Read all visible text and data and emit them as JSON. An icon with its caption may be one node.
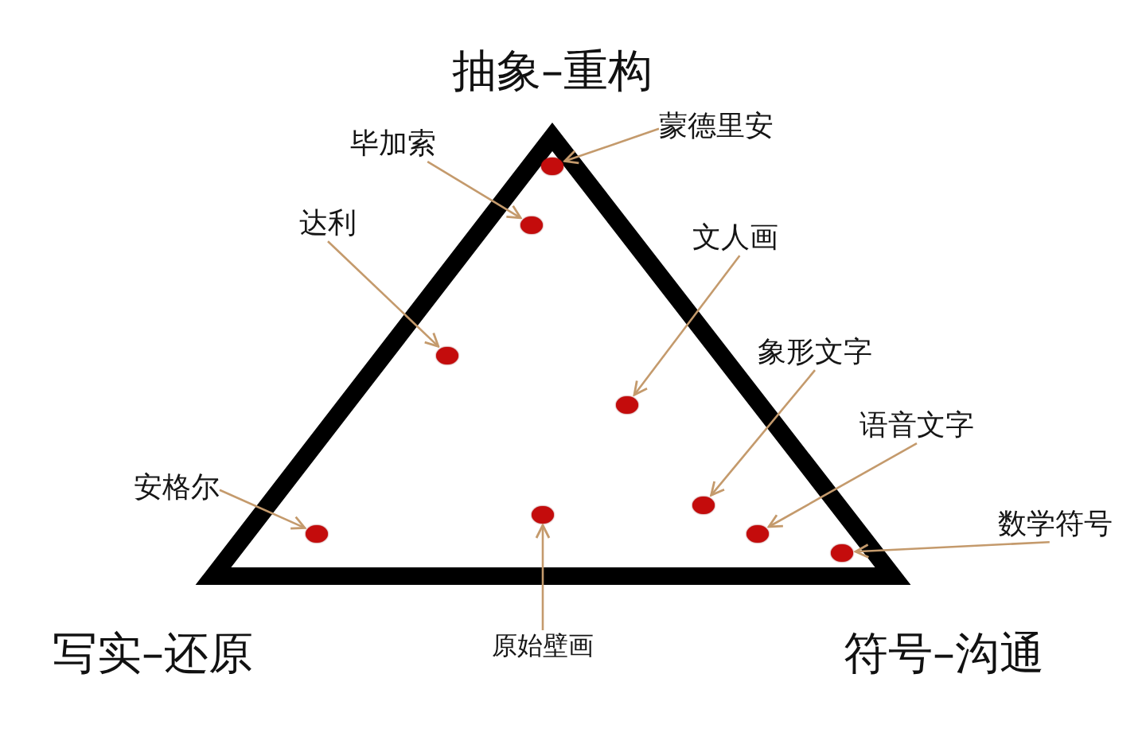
{
  "diagram": {
    "nodes": [
      {
        "text": [],
        "shape": "triangle"
      },
      {
        "text": [],
        "shape": "circle",
        "in": 0
      },
      {
        "text": [],
        "shape": "circle",
        "in": 0
      },
      {
        "text": [],
        "shape": "circle",
        "in": 0
      },
      {
        "text": [],
        "shape": "circle",
        "in": 0
      },
      {
        "text": [],
        "shape": "circle",
        "in": 0
      },
      {
        "text": [],
        "shape": "circle",
        "in": 0
      },
      {
        "text": [],
        "shape": "circle",
        "in": 0
      },
      {
        "text": [],
        "shape": "circle",
        "in": 0
      },
      {
        "text": [],
        "shape": "circle",
        "in": 0
      },
      {
        "text": [
          "蒙德里安"
        ]
      },
      {
        "text": [
          "毕加索"
        ]
      },
      {
        "text": [
          "达利"
        ]
      },
      {
        "text": [
          "文人画"
        ]
      },
      {
        "text": [
          "象形文字"
        ]
      },
      {
        "text": [
          "语音文字"
        ]
      },
      {
        "text": [
          "安格尔"
        ]
      },
      {
        "text": [
          "数学符号"
        ]
      },
      {
        "text": [
          "原始壁画"
        ]
      }
    ],
    "edges": [
      {
        "from": 10,
        "to": 1,
        "arrow": "to"
      },
      {
        "from": 11,
        "to": 2,
        "arrow": "to"
      },
      {
        "from": 12,
        "to": 3,
        "arrow": "to"
      },
      {
        "from": 13,
        "to": 4,
        "arrow": "to"
      },
      {
        "from": 14,
        "to": 5,
        "arrow": "to"
      },
      {
        "from": 15,
        "to": 8,
        "arrow": "to"
      },
      {
        "from": 16,
        "to": 7,
        "arrow": "to"
      },
      {
        "from": 17,
        "to": 9,
        "arrow": "to"
      },
      {
        "from": 18,
        "to": 6,
        "arrow": "to"
      }
    ],
    "labels": [
      "抽象–重构",
      "写实–还原",
      "符号–沟通"
    ]
  }
}
